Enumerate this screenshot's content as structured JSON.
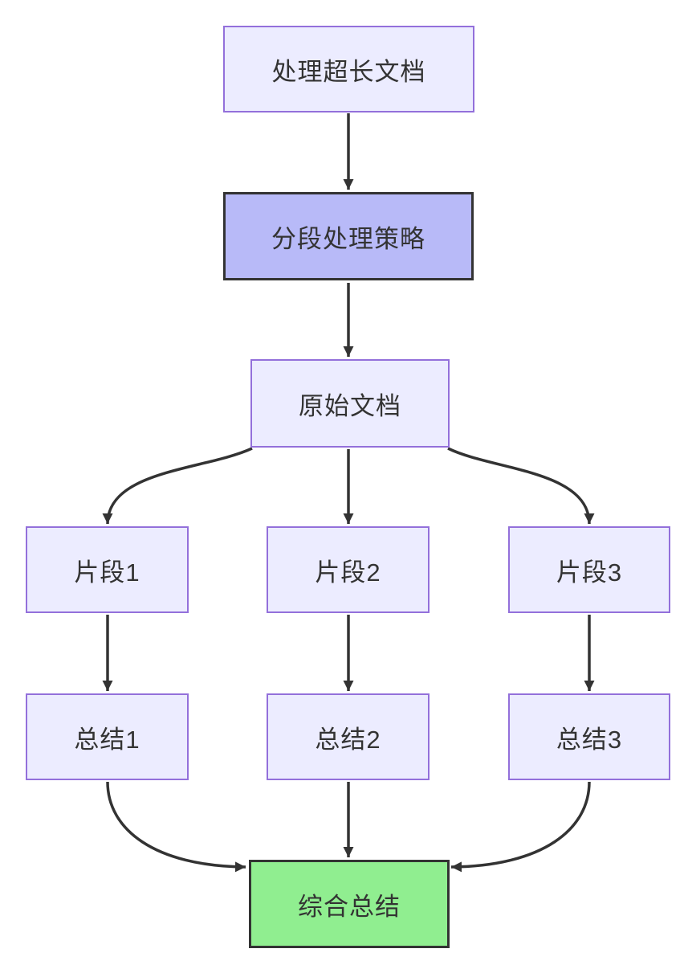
{
  "diagram": {
    "type": "flowchart",
    "direction": "top-down",
    "nodes": [
      {
        "id": "A",
        "label": "处理超长文档",
        "style": "default"
      },
      {
        "id": "B",
        "label": "分段处理策略",
        "style": "highlight"
      },
      {
        "id": "C",
        "label": "原始文档",
        "style": "default"
      },
      {
        "id": "D",
        "label": "片段1",
        "style": "default"
      },
      {
        "id": "E",
        "label": "片段2",
        "style": "default"
      },
      {
        "id": "F",
        "label": "片段3",
        "style": "default"
      },
      {
        "id": "G",
        "label": "总结1",
        "style": "default"
      },
      {
        "id": "H",
        "label": "总结2",
        "style": "default"
      },
      {
        "id": "I",
        "label": "总结3",
        "style": "default"
      },
      {
        "id": "J",
        "label": "综合总结",
        "style": "success"
      }
    ],
    "edges": [
      {
        "from": "A",
        "to": "B"
      },
      {
        "from": "B",
        "to": "C"
      },
      {
        "from": "C",
        "to": "D"
      },
      {
        "from": "C",
        "to": "E"
      },
      {
        "from": "C",
        "to": "F"
      },
      {
        "from": "D",
        "to": "G"
      },
      {
        "from": "E",
        "to": "H"
      },
      {
        "from": "F",
        "to": "I"
      },
      {
        "from": "G",
        "to": "J"
      },
      {
        "from": "H",
        "to": "J"
      },
      {
        "from": "I",
        "to": "J"
      }
    ],
    "colors": {
      "node_fill": "#ECECFF",
      "node_border": "#9370DB",
      "highlight_fill": "#B8BAF8",
      "highlight_border": "#333333",
      "success_fill": "#90EE90",
      "success_border": "#333333",
      "edge": "#333333",
      "text": "#333333",
      "background": "#FFFFFF"
    }
  }
}
